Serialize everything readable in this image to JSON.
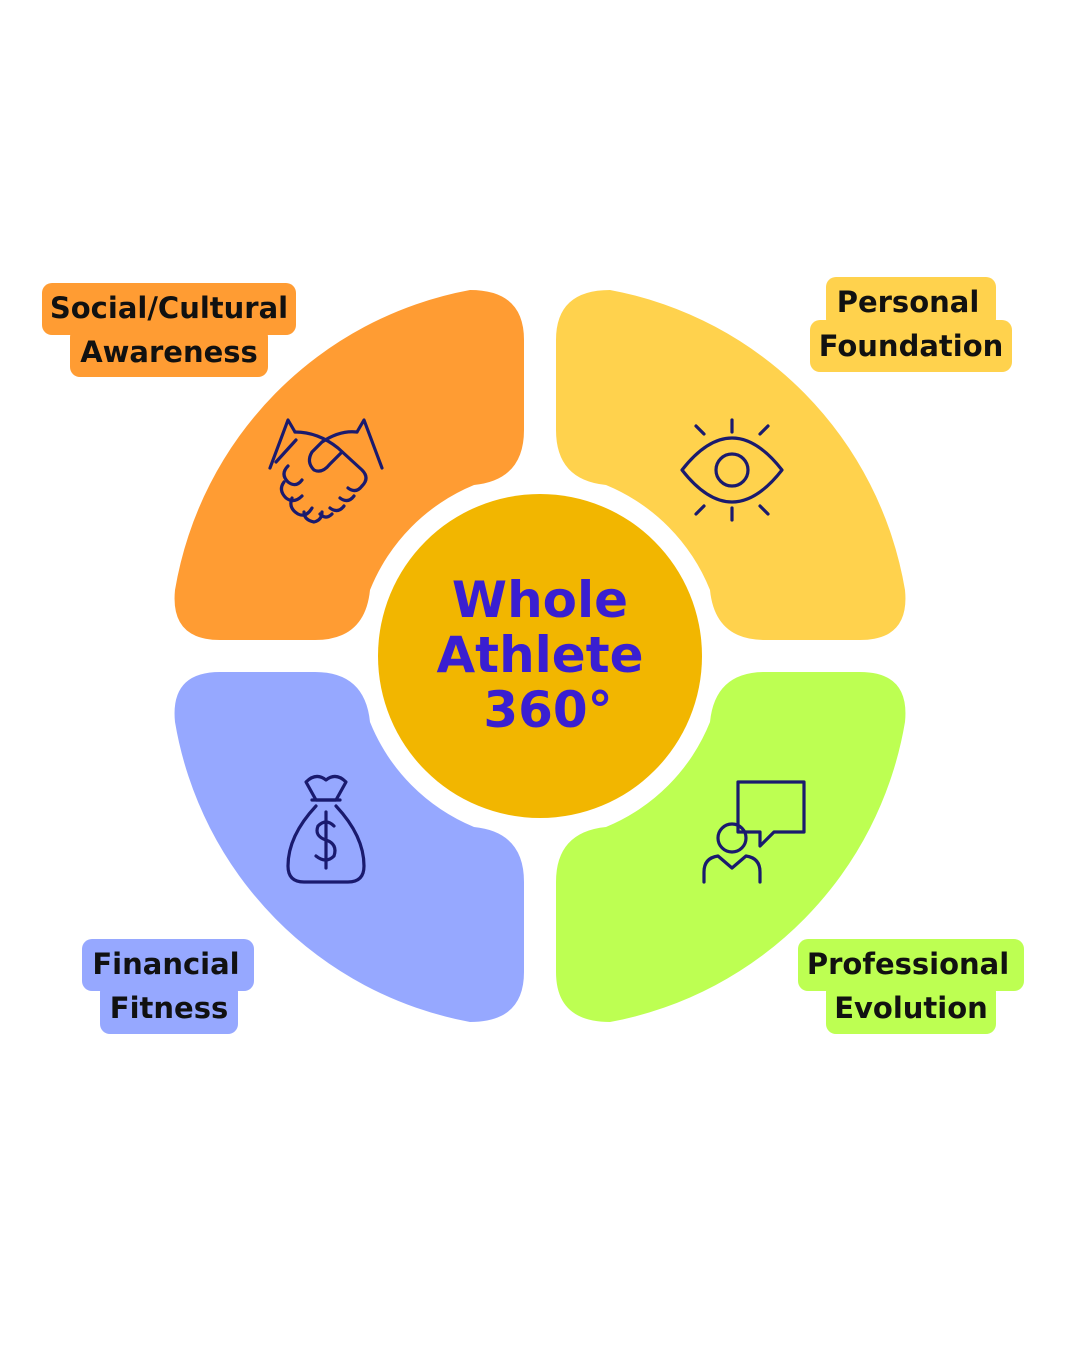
{
  "center": {
    "line1": "Whole",
    "line2": "Athlete",
    "line3": "360°",
    "fill_color": "#F2B600",
    "text_color": "#3A1FD1"
  },
  "segments": [
    {
      "id": "social-cultural-awareness",
      "label_line1": "Social/Cultural",
      "label_line2": "Awareness",
      "icon": "handshake-icon",
      "color": "#FF9C33"
    },
    {
      "id": "personal-foundation",
      "label_line1": "Personal",
      "label_line2": "Foundation",
      "icon": "eye-icon",
      "color": "#FFD24D"
    },
    {
      "id": "financial-fitness",
      "label_line1": "Financial",
      "label_line2": "Fitness",
      "icon": "money-bag-icon",
      "color": "#96A8FF"
    },
    {
      "id": "professional-evolution",
      "label_line1": "Professional",
      "label_line2": "Evolution",
      "icon": "person-speech-bubble-icon",
      "color": "#BDFF52"
    }
  ],
  "icon_color": "#1A1A6E"
}
